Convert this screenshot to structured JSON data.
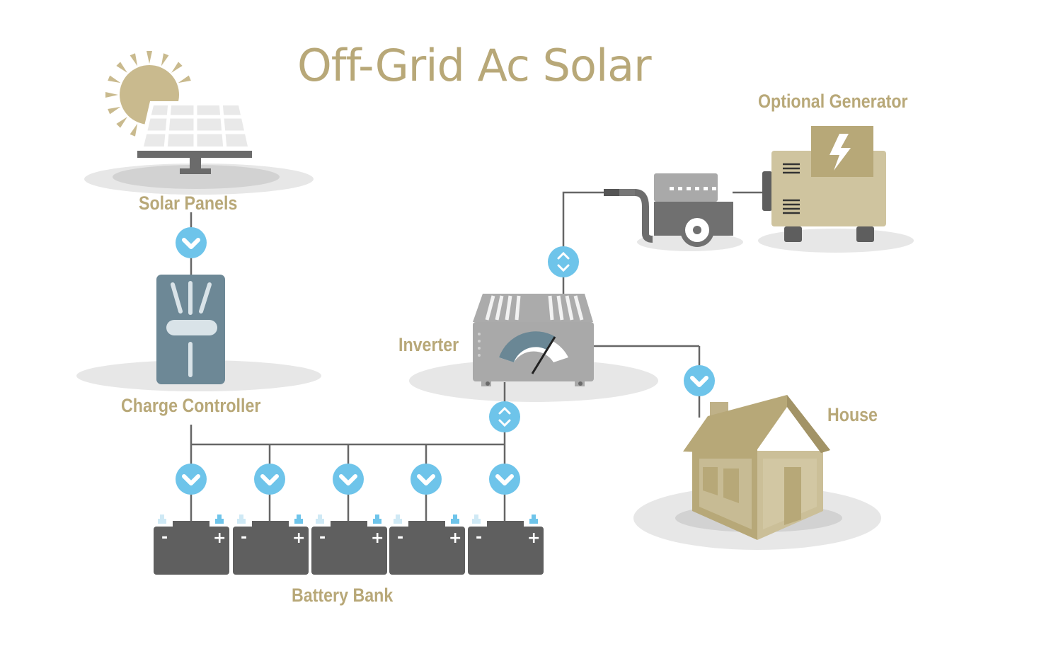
{
  "title": "Off-Grid Ac Solar",
  "labels": {
    "solar_panels": "Solar Panels",
    "charge_controller": "Charge Controller",
    "inverter": "Inverter",
    "optional_generator": "Optional Generator",
    "house": "House",
    "battery_bank": "Battery Bank"
  },
  "battery_terminals": {
    "negative": "-",
    "positive": "+"
  },
  "colors": {
    "accent_tan": "#b8a878",
    "flow_blue": "#6ec4ea",
    "line_gray": "#666666",
    "battery_gray": "#5f5f5f",
    "controller_blue_gray": "#6d8896",
    "inverter_gray": "#a9a9a9",
    "shadow_gray": "#e7e7e7"
  },
  "icons": {
    "sun": "sun-icon",
    "solar_panel": "solar-panel-icon",
    "charge_controller": "charge-controller-icon",
    "inverter": "inverter-icon",
    "generator": "generator-icon",
    "house": "house-icon",
    "battery": "battery-icon",
    "flow_down": "chevron-down-icon",
    "flow_bidirectional": "bidirectional-arrow-icon"
  }
}
